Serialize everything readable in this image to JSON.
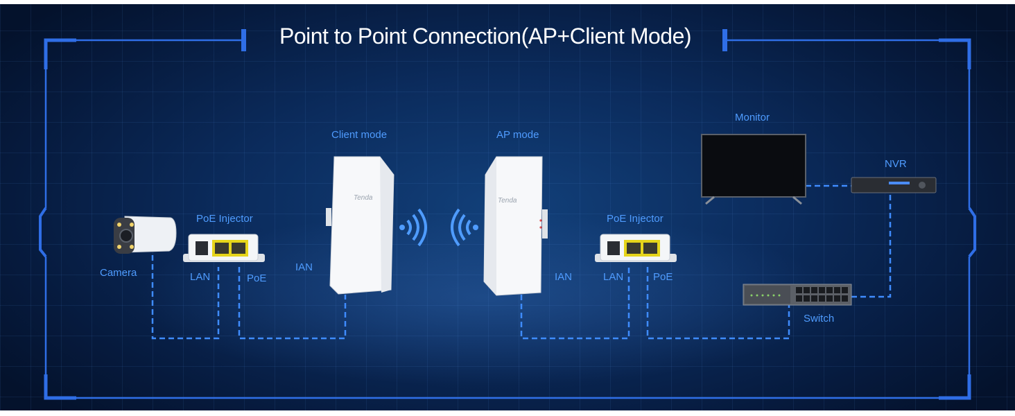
{
  "diagram": {
    "title": "Point to Point Connection(AP+Client Mode)",
    "labels": {
      "client_mode": "Client mode",
      "ap_mode": "AP mode",
      "monitor": "Monitor",
      "nvr": "NVR",
      "poe_injector_left": "PoE Injector",
      "poe_injector_right": "PoE Injector",
      "camera": "Camera",
      "lan_left": "LAN",
      "poe_left": "PoE",
      "ian_left": "IAN",
      "ian_right": "IAN",
      "lan_right": "LAN",
      "poe_right": "PoE",
      "switch": "Switch"
    },
    "brand": "Tenda",
    "colors": {
      "background": "#0b2b5c",
      "frame": "#2f6ee6",
      "label": "#4f9cff",
      "connector": "#3f8cff",
      "title": "#ffffff"
    },
    "icons": [
      "wifi-signal-icon",
      "wifi-signal-icon"
    ]
  }
}
